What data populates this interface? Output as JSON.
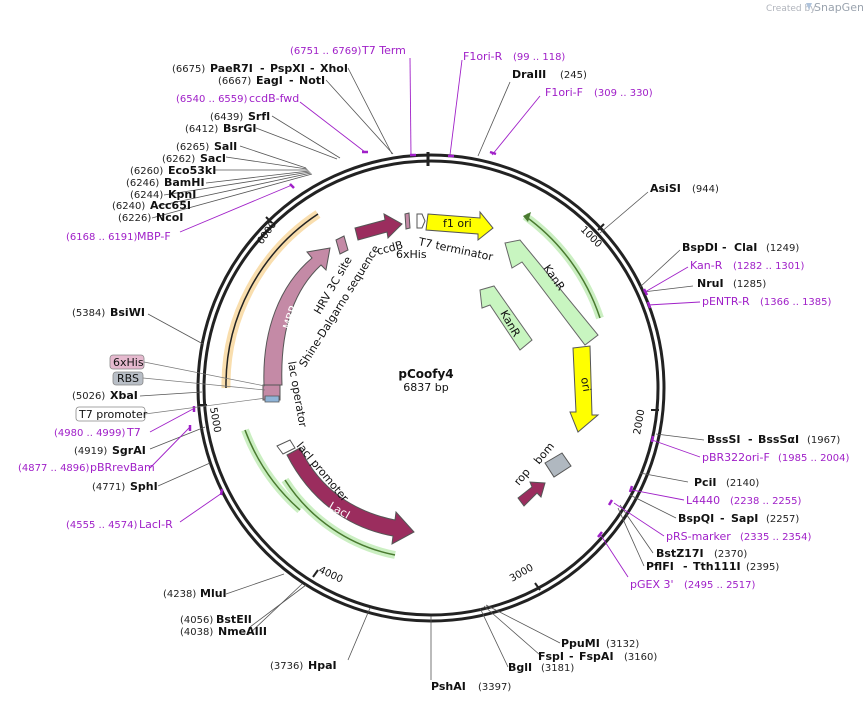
{
  "credit": {
    "prefix": "Created by",
    "brand": "SnapGene"
  },
  "plasmid": {
    "name": "pCoofy4",
    "size_label": "6837 bp"
  },
  "ticks": [
    "1000",
    "2000",
    "3000",
    "4000",
    "5000",
    "6000"
  ],
  "enzymes": [
    {
      "name": "AsiSI",
      "pos": "(944)"
    },
    {
      "name": "BspDI",
      "name2": "ClaI",
      "pos": "(1249)"
    },
    {
      "name": "NruI",
      "pos": "(1285)"
    },
    {
      "name": "BssSI",
      "name2": "BssSαI",
      "pos": "(1967)"
    },
    {
      "name": "PciI",
      "pos": "(2140)"
    },
    {
      "name": "BspQI",
      "name2": "SapI",
      "pos": "(2257)"
    },
    {
      "name": "BstZ17I",
      "pos": "(2370)"
    },
    {
      "name": "PflFI",
      "name2": "Tth111I",
      "pos": "(2395)"
    },
    {
      "name": "PpuMI",
      "pos": "(3132)"
    },
    {
      "name": "FspI",
      "name2": "FspAI",
      "pos": "(3160)"
    },
    {
      "name": "BglI",
      "pos": "(3181)"
    },
    {
      "name": "PshAI",
      "pos": "(3397)"
    },
    {
      "name": "HpaI",
      "pos": "(3736)"
    },
    {
      "name": "NmeAIII",
      "pos": "(4038)"
    },
    {
      "name": "BstEII",
      "pos": "(4056)"
    },
    {
      "name": "MluI",
      "pos": "(4238)"
    },
    {
      "name": "SphI",
      "pos": "(4771)"
    },
    {
      "name": "SgrAI",
      "pos": "(4919)"
    },
    {
      "name": "XbaI",
      "pos": "(5026)"
    },
    {
      "name": "BsiWI",
      "pos": "(5384)"
    },
    {
      "name": "NcoI",
      "pos": "(6226)"
    },
    {
      "name": "Acc65I",
      "pos": "(6240)"
    },
    {
      "name": "KpnI",
      "pos": "(6244)"
    },
    {
      "name": "BamHI",
      "pos": "(6246)"
    },
    {
      "name": "Eco53kI",
      "pos": "(6260)"
    },
    {
      "name": "SacI",
      "pos": "(6262)"
    },
    {
      "name": "SalI",
      "pos": "(6265)"
    },
    {
      "name": "BsrGI",
      "pos": "(6412)"
    },
    {
      "name": "SrfI",
      "pos": "(6439)"
    },
    {
      "name": "EagI",
      "name2": "NotI",
      "pos": "(6667)"
    },
    {
      "name": "PaeR7I",
      "name2": "PspXI",
      "name3": "XhoI",
      "pos": "(6675)"
    },
    {
      "name": "DraIII",
      "pos": "(245)"
    }
  ],
  "primers": [
    {
      "name": "T7 Term",
      "range": "(6751 .. 6769)"
    },
    {
      "name": "F1ori-R",
      "range": "(99 .. 118)"
    },
    {
      "name": "F1ori-F",
      "range": "(309 .. 330)"
    },
    {
      "name": "ccdB-fwd",
      "range": "(6540 .. 6559)"
    },
    {
      "name": "MBP-F",
      "range": "(6168 .. 6191)"
    },
    {
      "name": "Kan-R",
      "range": "(1282 .. 1301)"
    },
    {
      "name": "pENTR-R",
      "range": "(1366 .. 1385)"
    },
    {
      "name": "pBR322ori-F",
      "range": "(1985 .. 2004)"
    },
    {
      "name": "L4440",
      "range": "(2238 .. 2255)"
    },
    {
      "name": "pRS-marker",
      "range": "(2335 .. 2354)"
    },
    {
      "name": "pGEX 3'",
      "range": "(2495 .. 2517)"
    },
    {
      "name": "T7",
      "range": "(4980 .. 4999)"
    },
    {
      "name": "pBRrevBam",
      "range": "(4877 .. 4896)"
    },
    {
      "name": "LacI-R",
      "range": "(4555 .. 4574)"
    }
  ],
  "boxed_features": [
    "6xHis",
    "RBS",
    "T7 promoter"
  ],
  "features": {
    "f1_ori": "f1 ori",
    "kanr_outer": "KanR",
    "kanr_inner": "KanR",
    "ori": "ori",
    "bom": "bom",
    "rop": "rop",
    "laci": "LacI",
    "laci_promoter": "lacI promoter",
    "lac_operator": "lac operator",
    "mbp": "MBP",
    "shine_dalgarno": "Shine-Dalgarno sequence",
    "hrv": "HRV 3C site",
    "ccdb": "ccdB",
    "sixhis": "6xHis",
    "t7_terminator": "T7 terminator"
  },
  "colors": {
    "primer": "#a020c8",
    "backbone": "#222222",
    "green_feature": "#c8f5c0",
    "yellow_feature": "#ffff00",
    "maroon_feature": "#9b2d5e",
    "mauve_feature": "#c48aa6",
    "orange_feature": "#f5c878",
    "gray_feature": "#b0b8c0"
  }
}
